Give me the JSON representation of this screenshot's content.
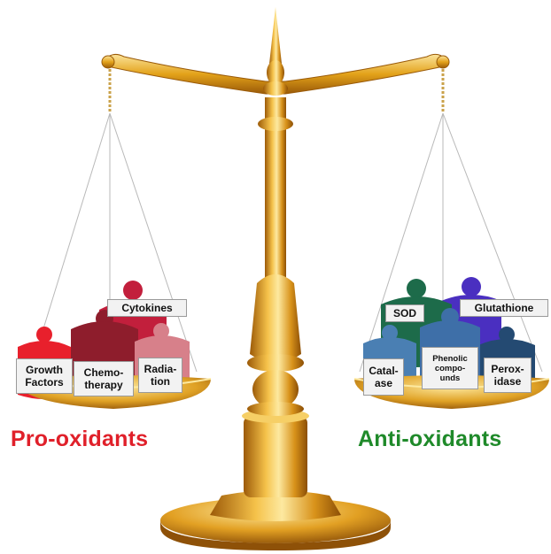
{
  "left_pan": {
    "weights": [
      {
        "id": "growth",
        "label": "Growth\nFactors"
      },
      {
        "id": "chemo",
        "label": "Chemo-\ntherapy"
      },
      {
        "id": "cytokines",
        "label": "Cytokines"
      },
      {
        "id": "radiation",
        "label": "Radia-\ntion"
      }
    ]
  },
  "right_pan": {
    "weights": [
      {
        "id": "sod",
        "label": "SOD"
      },
      {
        "id": "glutathione",
        "label": "Glutathione"
      },
      {
        "id": "catalase",
        "label": "Catal-\nase"
      },
      {
        "id": "phenolic",
        "label": "Phenolic\ncompo-\nunds"
      },
      {
        "id": "peroxidase",
        "label": "Perox-\nidase"
      }
    ]
  },
  "captions": {
    "pro": "Pro-oxidants",
    "anti": "Anti-oxidants"
  },
  "colors": {
    "gold": "#e3a21a",
    "gold_dark": "#a8650a",
    "gold_light": "#fbe08a",
    "pro_text": "#e0202a",
    "anti_text": "#1f8a2a",
    "pro_weights": [
      "#e8202c",
      "#8e1d2c",
      "#c21f3c",
      "#d7808a"
    ],
    "anti_weights": [
      "#1d6b4a",
      "#4a2fc0",
      "#4a7fb3",
      "#3e6fa8",
      "#244a72"
    ]
  }
}
